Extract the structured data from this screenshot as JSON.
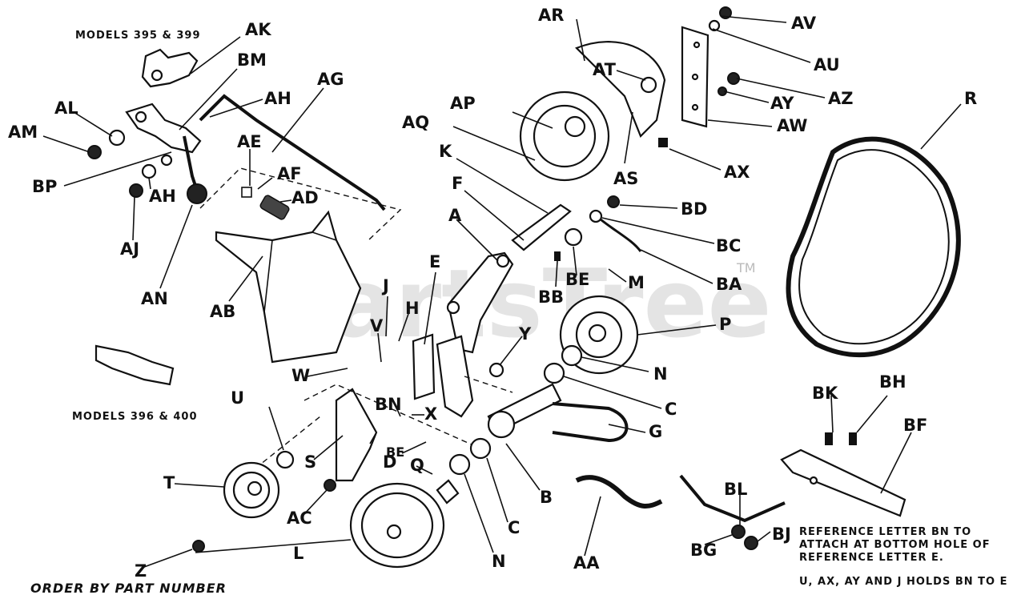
{
  "watermark": "PartsTree",
  "trademark": "TM",
  "notes": {
    "models_top": "MODELS 395 & 399",
    "models_mid": "MODELS 396 & 400",
    "reference_1": "REFERENCE LETTER BN TO",
    "reference_2": "ATTACH AT BOTTOM HOLE OF",
    "reference_3": "REFERENCE LETTER E.",
    "holds": "U, AX, AY AND J HOLDS BN TO E",
    "order": "ORDER BY PART NUMBER"
  },
  "labels": {
    "AK": "AK",
    "BM": "BM",
    "AG": "AG",
    "AL": "AL",
    "AH_top": "AH",
    "AM": "AM",
    "AE": "AE",
    "AF": "AF",
    "AD": "AD",
    "BP": "BP",
    "AH": "AH",
    "AJ": "AJ",
    "AN": "AN",
    "AB": "AB",
    "AR": "AR",
    "AV": "AV",
    "AU": "AU",
    "AT": "AT",
    "AZ": "AZ",
    "AP": "AP",
    "AY": "AY",
    "AW": "AW",
    "AQ": "AQ",
    "K": "K",
    "AX": "AX",
    "AS": "AS",
    "F": "F",
    "BD": "BD",
    "A": "A",
    "BC": "BC",
    "R": "R",
    "BB": "BB",
    "BE_top": "BE",
    "M": "M",
    "BA": "BA",
    "E": "E",
    "J": "J",
    "H": "H",
    "V": "V",
    "P": "P",
    "Y": "Y",
    "W": "W",
    "N_top": "N",
    "C_top": "C",
    "BN": "BN",
    "X": "X",
    "U": "U",
    "BE": "BE",
    "G": "G",
    "D": "D",
    "BK": "BK",
    "BH": "BH",
    "BF": "BF",
    "S": "S",
    "Q": "Q",
    "T": "T",
    "B": "B",
    "AC": "AC",
    "C": "C",
    "BL": "BL",
    "L": "L",
    "N": "N",
    "BG": "BG",
    "BJ": "BJ",
    "AA": "AA",
    "Z": "Z"
  }
}
